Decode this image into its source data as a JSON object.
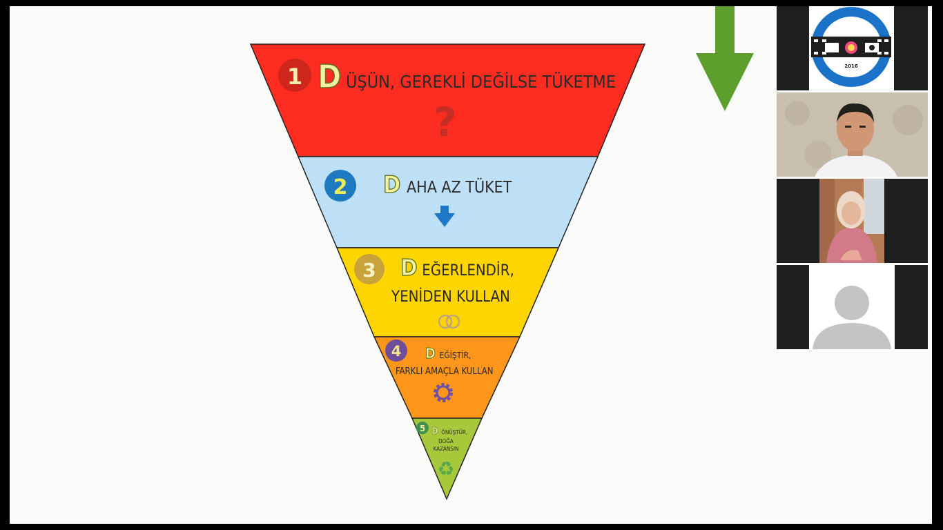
{
  "slide": {
    "levels": [
      {
        "number": "1",
        "initial": "D",
        "line1": "ÜŞÜN, GEREKLİ DEĞİLSE TÜKETME",
        "line2": "",
        "icon": "question-mark-icon",
        "color": "#fd2c21"
      },
      {
        "number": "2",
        "initial": "D",
        "line1": "AHA AZ TÜKET",
        "line2": "",
        "icon": "arrow-down-icon",
        "color": "#bde0f6"
      },
      {
        "number": "3",
        "initial": "D",
        "line1": "EĞERLENDİR,",
        "line2": "YENİDEN KULLAN",
        "icon": "reuse-icon",
        "color": "#ffd500"
      },
      {
        "number": "4",
        "initial": "D",
        "line1": "EĞİŞTİR,",
        "line2": "FARKLI AMAÇLA KULLAN",
        "icon": "gear-icon",
        "color": "#fd961a"
      },
      {
        "number": "5",
        "initial": "D",
        "line1": "ÖNÜŞTÜR,",
        "line2": "DOĞA",
        "line3": "KAZANSIN",
        "icon": "recycle-icon",
        "color": "#a8c83c"
      }
    ],
    "side_arrow_icon": "green-down-arrow-icon"
  },
  "participants": [
    {
      "type": "logo",
      "text": "2016",
      "icon": "film-club-logo-icon"
    },
    {
      "type": "camera",
      "description": "man-video-feed"
    },
    {
      "type": "camera",
      "description": "woman-video-feed"
    },
    {
      "type": "no-video",
      "icon": "avatar-placeholder-icon"
    }
  ],
  "colors": {
    "background": "#fbfbf9",
    "frame": "#000000",
    "accent_green": "#5e9e2c"
  }
}
